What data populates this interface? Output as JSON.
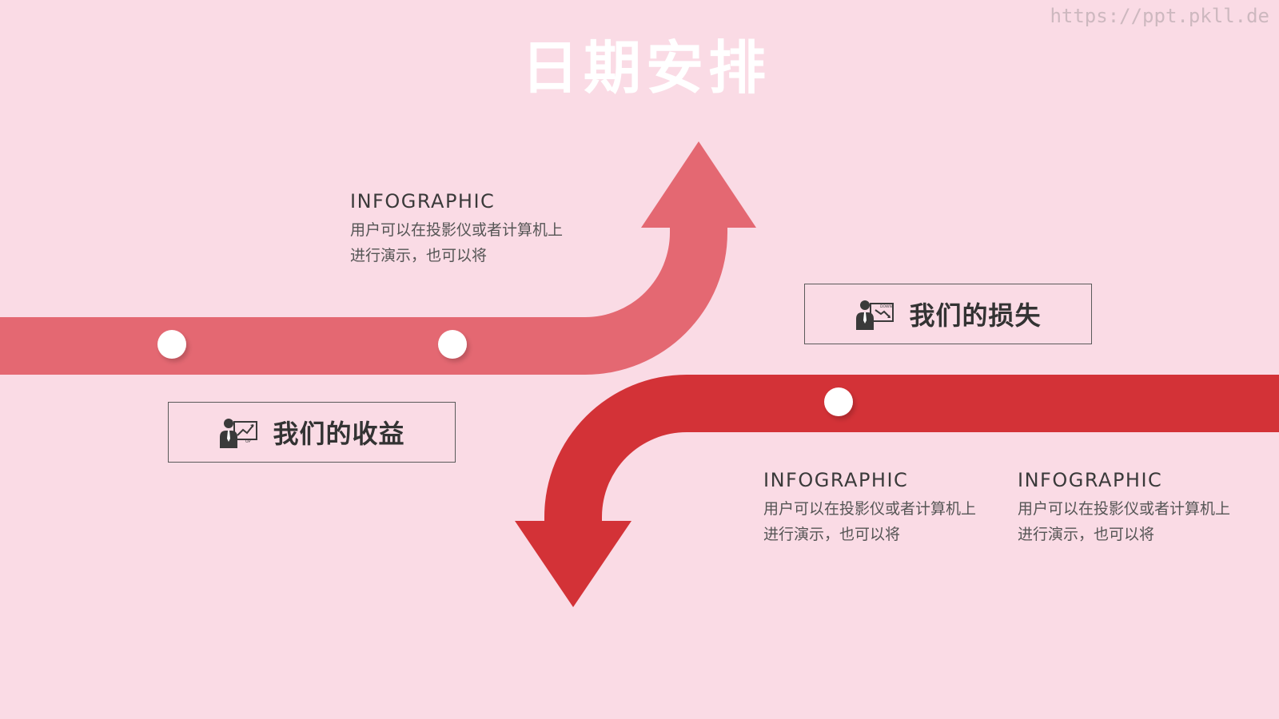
{
  "watermark": "https://ppt.pkll.de",
  "title": "日期安排",
  "colors": {
    "background": "#fadbe5",
    "upper_arrow": "#e46872",
    "lower_arrow": "#d33237",
    "node": "#ffffff"
  },
  "label_boxes": [
    {
      "text": "我们的收益",
      "icon": "presenter-chart-up-icon",
      "icon_tag": "UP"
    },
    {
      "text": "我们的损失",
      "icon": "presenter-chart-down-icon",
      "icon_tag": "DOWN"
    }
  ],
  "text_blocks": [
    {
      "heading": "INFOGRAPHIC",
      "body": "用户可以在投影仪或者计算机上进行演示，也可以将"
    },
    {
      "heading": "INFOGRAPHIC",
      "body": "用户可以在投影仪或者计算机上进行演示，也可以将"
    },
    {
      "heading": "INFOGRAPHIC",
      "body": "用户可以在投影仪或者计算机上进行演示，也可以将"
    }
  ]
}
